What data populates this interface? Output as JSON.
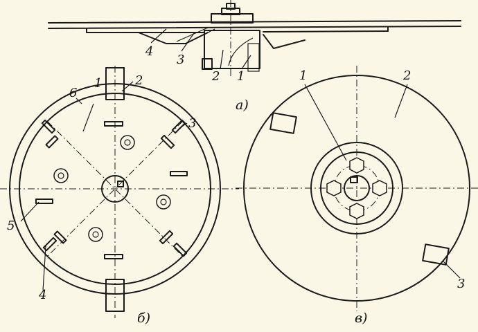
{
  "figure": {
    "views": [
      {
        "id": "side",
        "caption": "а)",
        "labels": [
          "4",
          "3",
          "2",
          "1"
        ]
      },
      {
        "id": "bottom",
        "caption": "б)",
        "labels": [
          "6",
          "1",
          "2",
          "3",
          "5",
          "4"
        ]
      },
      {
        "id": "top",
        "caption": "в)",
        "labels": [
          "1",
          "2",
          "3"
        ]
      }
    ]
  }
}
